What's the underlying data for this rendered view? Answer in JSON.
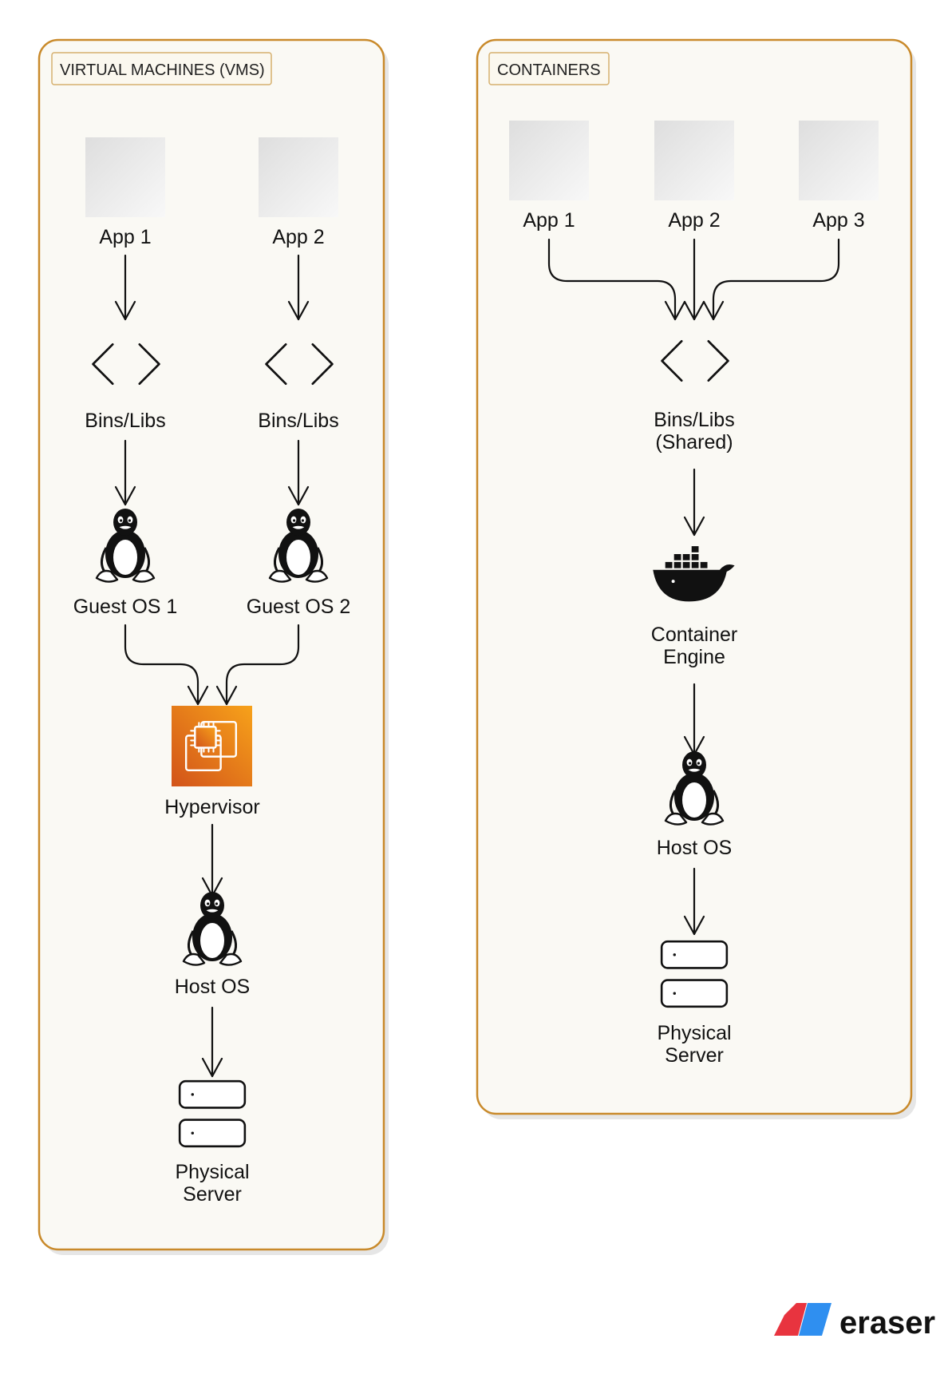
{
  "groups": {
    "vms": {
      "title": "VIRTUAL MACHINES (VMS)",
      "nodes": {
        "app1": "App 1",
        "app2": "App 2",
        "bins1": "Bins/Libs",
        "bins2": "Bins/Libs",
        "guest1": "Guest OS 1",
        "guest2": "Guest OS 2",
        "hypervisor": "Hypervisor",
        "host_os": "Host OS",
        "server_line1": "Physical",
        "server_line2": "Server"
      }
    },
    "containers": {
      "title": "CONTAINERS",
      "nodes": {
        "app1": "App 1",
        "app2": "App 2",
        "app3": "App 3",
        "bins_line1": "Bins/Libs",
        "bins_line2": "(Shared)",
        "engine_line1": "Container",
        "engine_line2": "Engine",
        "host_os": "Host OS",
        "server_line1": "Physical",
        "server_line2": "Server"
      }
    }
  },
  "brand": {
    "name": "eraser"
  },
  "colors": {
    "group_border": "#c98a2b",
    "group_fill": "#faf9f4",
    "hypervisor_fill": "#e8761c",
    "brand_red": "#e8343f",
    "brand_blue": "#2f8ff0"
  },
  "icons": {
    "app": "app-placeholder-icon",
    "bins": "code-brackets-icon",
    "os": "linux-penguin-icon",
    "hypervisor": "chip-icon",
    "engine": "docker-whale-icon",
    "server": "server-rack-icon"
  }
}
